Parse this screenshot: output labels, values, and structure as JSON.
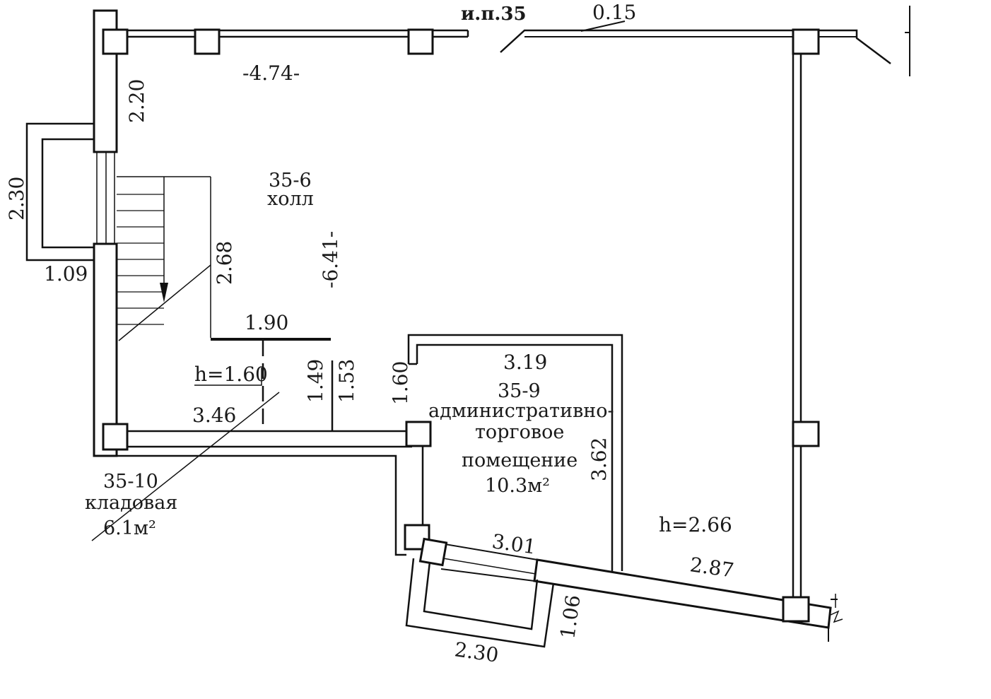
{
  "header": {
    "plan_id": "и.п.35"
  },
  "rooms": {
    "hall": {
      "number": "35-6",
      "name": "холл"
    },
    "admin": {
      "number": "35-9",
      "name_line1": "административно-",
      "name_line2": "торговое",
      "name_line3": "помещение",
      "area": "10.3м²"
    },
    "storage": {
      "number": "35-10",
      "name": "кладовая",
      "area": "6.1м²"
    }
  },
  "heights": {
    "main": "h=2.66",
    "storage": "h=1.60"
  },
  "dimensions": {
    "d_015": "0.15",
    "d_474": "-4.74-",
    "d_220": "2.20",
    "d_230_left": "2.30",
    "d_109": "1.09",
    "d_268": "2.68",
    "d_641": "-6.41-",
    "d_190": "1.90",
    "d_149": "1.49",
    "d_153": "1.53",
    "d_160": "1.60",
    "d_346": "3.46",
    "d_319": "3.19",
    "d_362": "3.62",
    "d_301": "3.01",
    "d_287": "2.87",
    "d_106": "1.06",
    "d_230_bottom": "2.30"
  },
  "colors": {
    "ink": "#111111",
    "paper": "#ffffff"
  }
}
